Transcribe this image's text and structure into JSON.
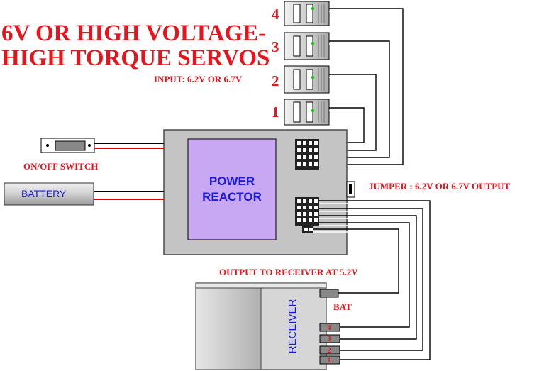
{
  "title": {
    "line1": "6V OR HIGH VOLTAGE-",
    "line2": "HIGH TORQUE SERVOS",
    "input_note": "INPUT: 6.2V OR 6.7V"
  },
  "servos": [
    {
      "number": "4"
    },
    {
      "number": "3"
    },
    {
      "number": "2"
    },
    {
      "number": "1"
    }
  ],
  "switch_label": "ON/OFF SWITCH",
  "battery_label": "BATTERY",
  "reactor": {
    "line1": "POWER",
    "line2": "REACTOR"
  },
  "jumper_label": "JUMPER : 6.2V OR 6.7V OUTPUT",
  "output_label": "OUTPUT TO RECEIVER AT 5.2V",
  "receiver": {
    "label": "RECEIVER",
    "bat_label": "BAT",
    "ports": [
      "4",
      "3",
      "2",
      "1"
    ]
  },
  "colors": {
    "label_red": "#e8141c",
    "reactor_purple": "#c9a8f3",
    "reactor_text": "#1a1ae0",
    "box_gray": "#c4c4c4",
    "wire_red": "#e00000",
    "wire_black": "#000000"
  }
}
